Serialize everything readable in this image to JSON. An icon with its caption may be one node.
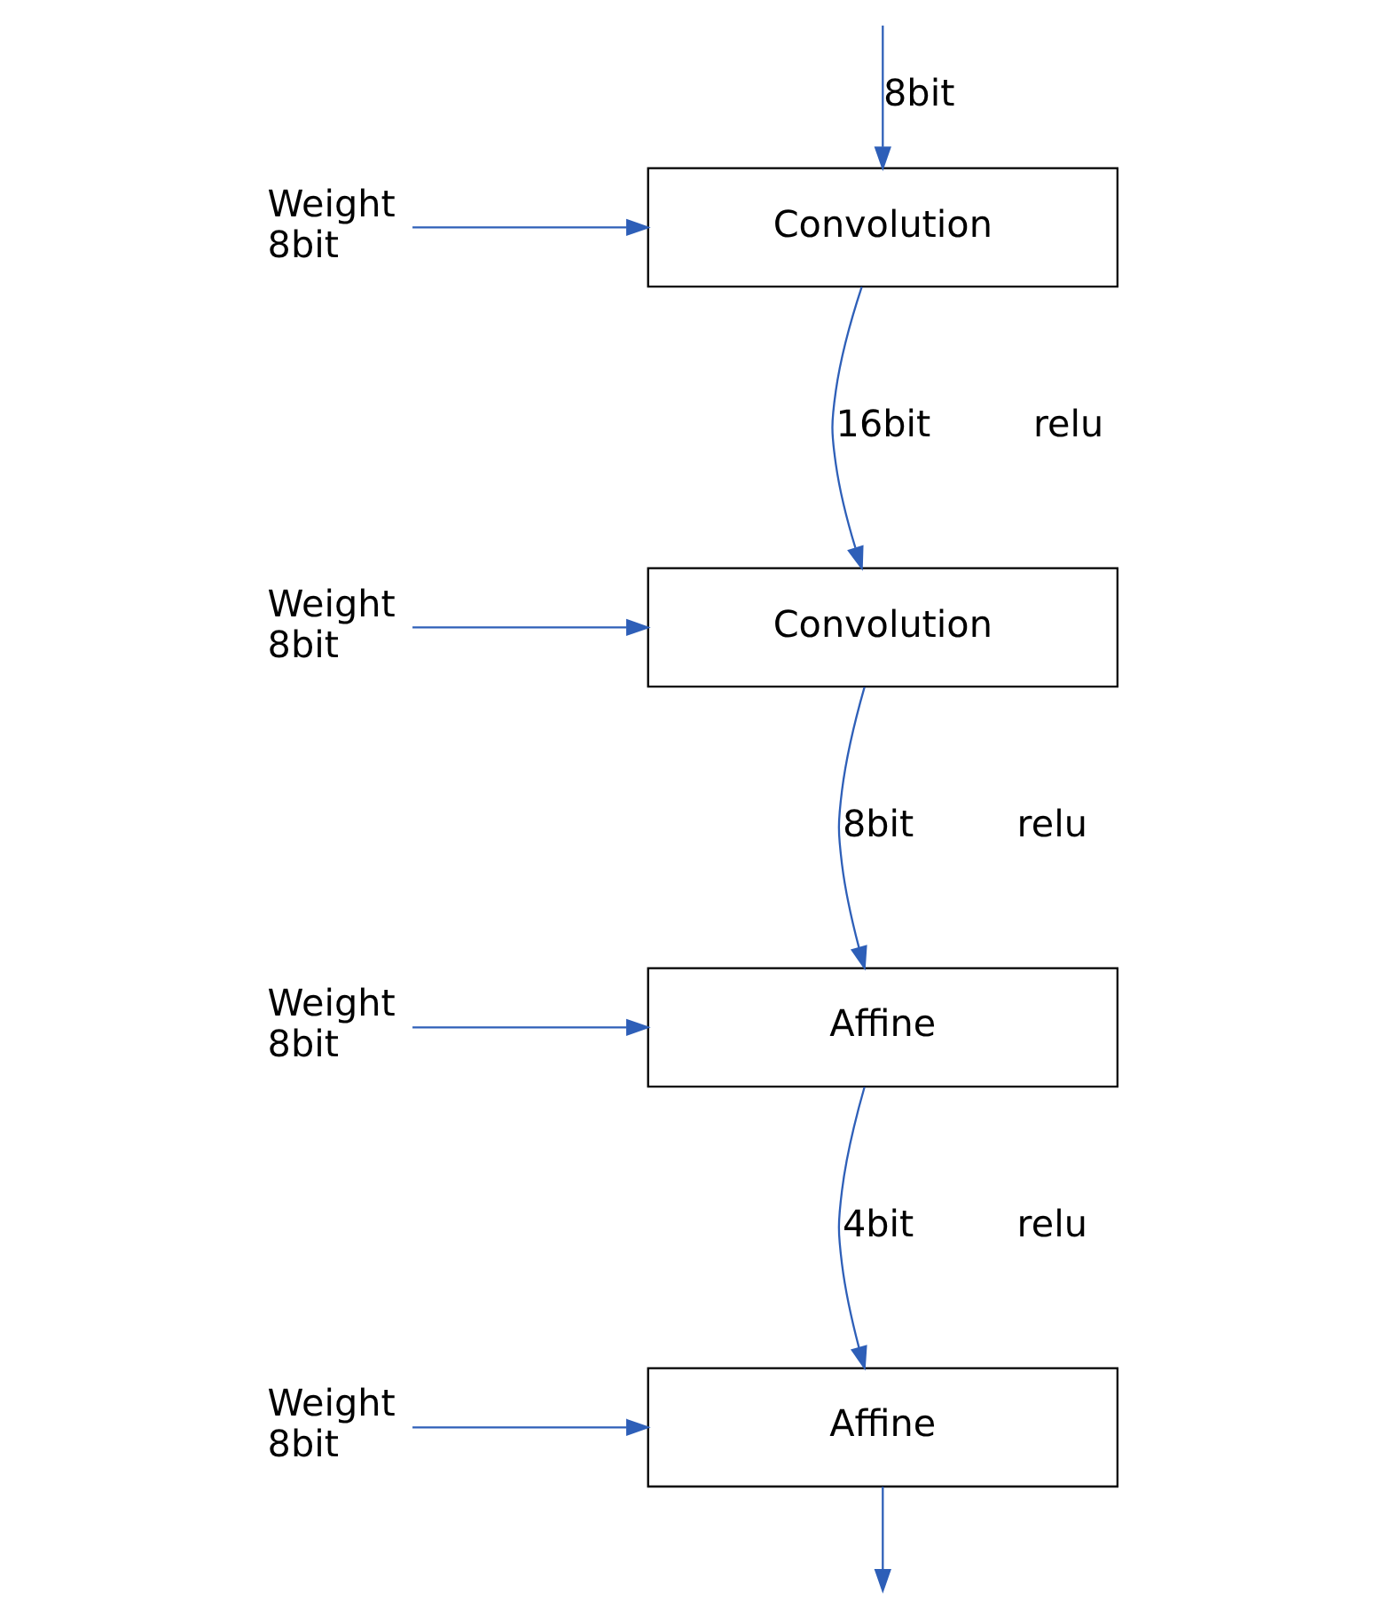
{
  "diagram": {
    "nodes": [
      {
        "text": [
          "Convolution"
        ]
      },
      {
        "text": [
          "Weight 8bit"
        ]
      },
      {
        "text": [
          "Convolution"
        ]
      },
      {
        "text": [
          "Weight 8bit"
        ]
      },
      {
        "text": [
          "Affine"
        ]
      },
      {
        "text": [
          "Weight 8bit"
        ]
      },
      {
        "text": [
          "Affine"
        ]
      },
      {
        "text": [
          "Weight 8bit"
        ]
      }
    ],
    "edges": [
      {
        "from": null,
        "to": 0,
        "arrow": "to",
        "label": "8bit"
      },
      {
        "from": 1,
        "to": 0,
        "arrow": "to"
      },
      {
        "from": 0,
        "to": 2,
        "arrow": "to",
        "label": "16bit"
      },
      {
        "from": 3,
        "to": 2,
        "arrow": "to"
      },
      {
        "from": 2,
        "to": 4,
        "arrow": "to",
        "label": "8bit"
      },
      {
        "from": 5,
        "to": 4,
        "arrow": "to"
      },
      {
        "from": 4,
        "to": 6,
        "arrow": "to",
        "label": "4bit"
      },
      {
        "from": 7,
        "to": 6,
        "arrow": "to"
      },
      {
        "from": 6,
        "to": null,
        "arrow": "to"
      }
    ],
    "labels": [
      "relu",
      "relu",
      "relu"
    ]
  }
}
